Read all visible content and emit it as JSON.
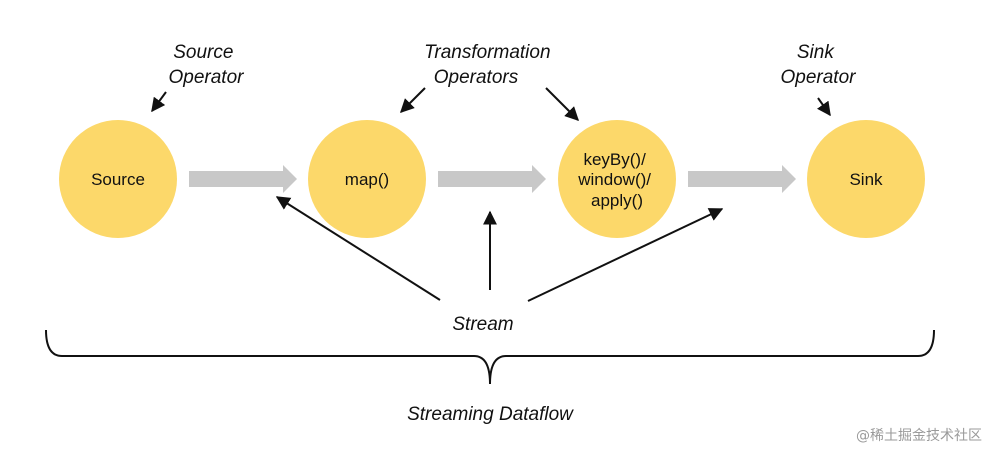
{
  "annotations": {
    "source_operator": [
      "Source",
      "Operator"
    ],
    "transformation_operators": [
      "Transformation",
      "Operators"
    ],
    "sink_operator": [
      "Sink",
      "Operator"
    ],
    "stream": "Stream",
    "dataflow": "Streaming Dataflow"
  },
  "nodes": [
    {
      "id": "source",
      "lines": [
        "Source"
      ]
    },
    {
      "id": "map",
      "lines": [
        "map()"
      ]
    },
    {
      "id": "keyby",
      "lines": [
        "keyBy()/",
        "window()/",
        "apply()"
      ]
    },
    {
      "id": "sink",
      "lines": [
        "Sink"
      ]
    }
  ],
  "watermark": "@稀土掘金技术社区",
  "colors": {
    "node_fill": "#fcd86a",
    "flow_arrow": "#c8c8c8",
    "line": "#111111"
  }
}
